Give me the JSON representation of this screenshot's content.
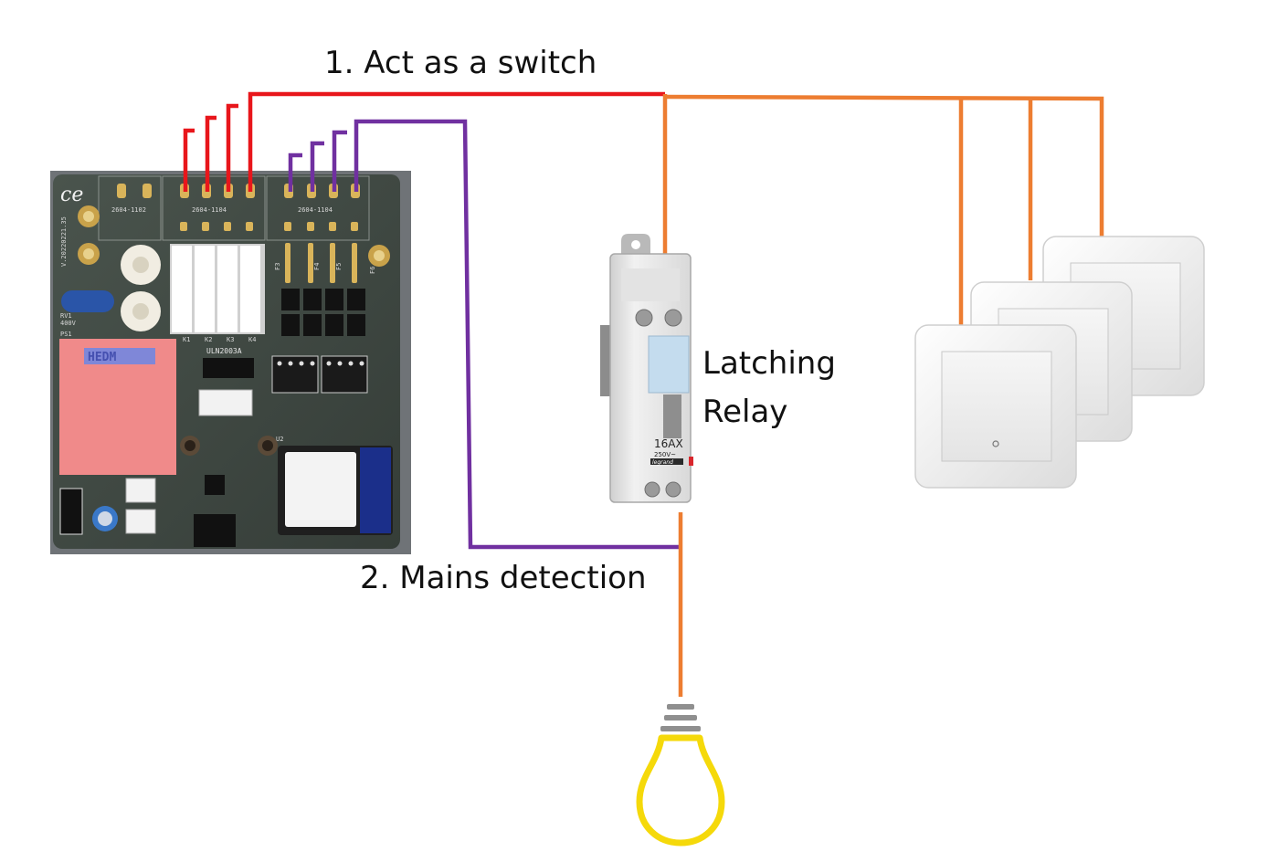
{
  "labels": {
    "act_as_switch": "1. Act as a switch",
    "mains_detection": "2. Mains detection",
    "latching_relay_line1": "Latching",
    "latching_relay_line2": "Relay"
  },
  "pcb": {
    "version": "V.20220221.35",
    "connector_j2": "2604-1102",
    "connector_j10": "2604-1104",
    "connector_j12": "2604-1104",
    "driver_ic": "ULN2003A",
    "relay_labels": [
      "K1",
      "K2",
      "K3",
      "K4"
    ],
    "fuse_labels": [
      "F3",
      "F4",
      "F5",
      "F6"
    ],
    "power_supply": "PS1",
    "varistor": "RV1",
    "varistor_rating": "400V",
    "module": "U2",
    "brand_mark": "HEDM"
  },
  "relay_device": {
    "rating": "16AX",
    "voltage": "250V~",
    "brand": "legrand"
  },
  "colors": {
    "switch_wire": "#e8161b",
    "mains_wire": "#7030a0",
    "live_wire": "#ed7d31",
    "bulb": "#f5d90a",
    "pcb": "#3d4640",
    "psu": "#f08a8a"
  },
  "icons": {
    "bulb": "light-bulb-icon",
    "wall_switch": "wall-switch-icon",
    "relay": "latching-relay-icon",
    "pcb": "pcb-board-icon"
  }
}
